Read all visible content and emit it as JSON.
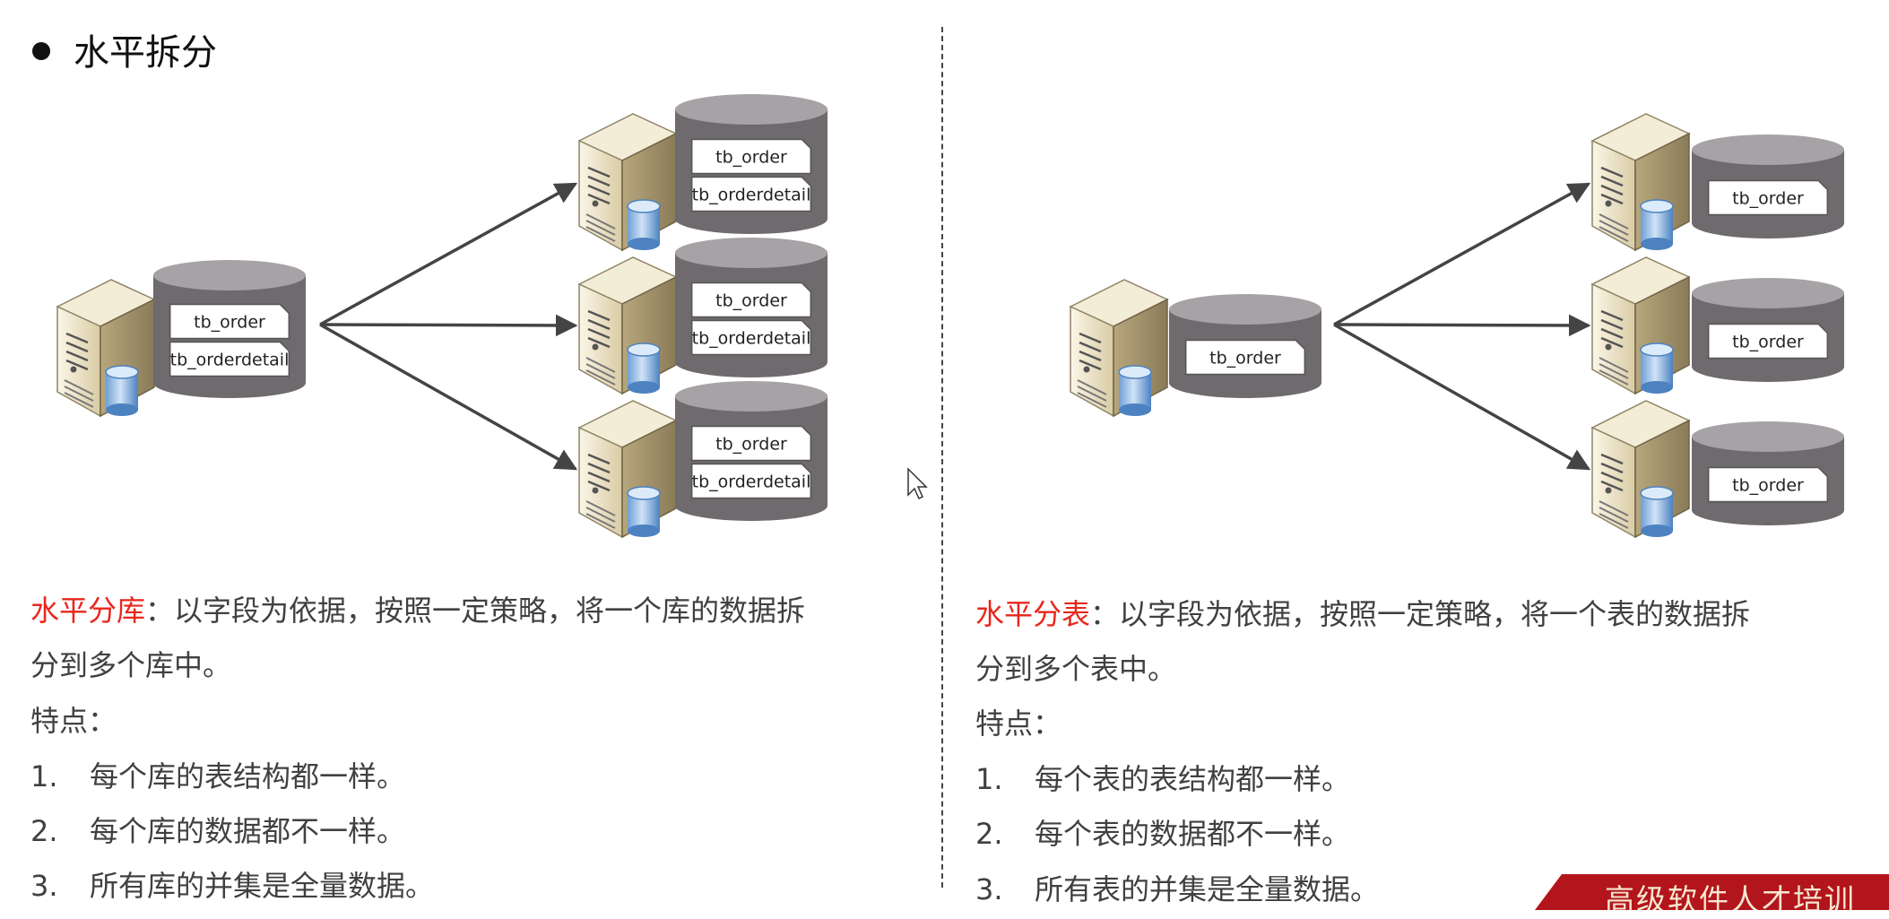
{
  "title": "水平拆分",
  "left": {
    "source_tables": [
      "tb_order",
      "tb_orderdetail"
    ],
    "target_tables": [
      [
        "tb_order",
        "tb_orderdetail"
      ],
      [
        "tb_order",
        "tb_orderdetail"
      ],
      [
        "tb_order",
        "tb_orderdetail"
      ]
    ],
    "term": "水平分库",
    "desc_line1": "：以字段为依据，按照一定策略，将一个库的数据拆",
    "desc_line2": "分到多个库中。",
    "features_label": "特点：",
    "features": [
      {
        "num": "1.",
        "text": "每个库的表结构都一样。"
      },
      {
        "num": "2.",
        "text": "每个库的数据都不一样。"
      },
      {
        "num": "3.",
        "text": "所有库的并集是全量数据。"
      }
    ]
  },
  "right": {
    "source_tables": [
      "tb_order"
    ],
    "target_tables": [
      [
        "tb_order"
      ],
      [
        "tb_order"
      ],
      [
        "tb_order"
      ]
    ],
    "term": "水平分表",
    "desc_line1": "：以字段为依据，按照一定策略，将一个表的数据拆",
    "desc_line2": "分到多个表中。",
    "features_label": "特点：",
    "features": [
      {
        "num": "1.",
        "text": "每个表的表结构都一样。"
      },
      {
        "num": "2.",
        "text": "每个表的数据都不一样。"
      },
      {
        "num": "3.",
        "text": "所有表的并集是全量数据。"
      }
    ]
  },
  "banner": "高级软件人才培训"
}
